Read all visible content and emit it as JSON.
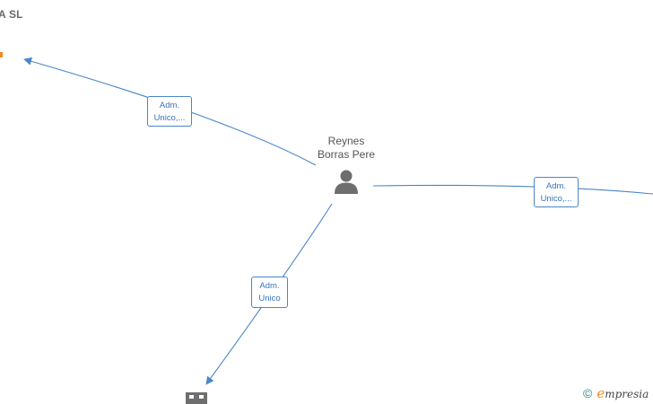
{
  "company": {
    "title": "A  SL"
  },
  "person": {
    "name_line1": "Reynes",
    "name_line2": "Borras Pere"
  },
  "edges": [
    {
      "line1": "Adm.",
      "line2": "Unico,..."
    },
    {
      "line1": "Adm.",
      "line2": "Unico,..."
    },
    {
      "line1": "Adm.",
      "line2": "Unico"
    }
  ],
  "footer": {
    "copyright": "©",
    "brand_first": "e",
    "brand_rest": "mpresia"
  },
  "colors": {
    "edge": "#4a86c8",
    "accent": "#f08a24",
    "icon": "#6e6e6e"
  }
}
